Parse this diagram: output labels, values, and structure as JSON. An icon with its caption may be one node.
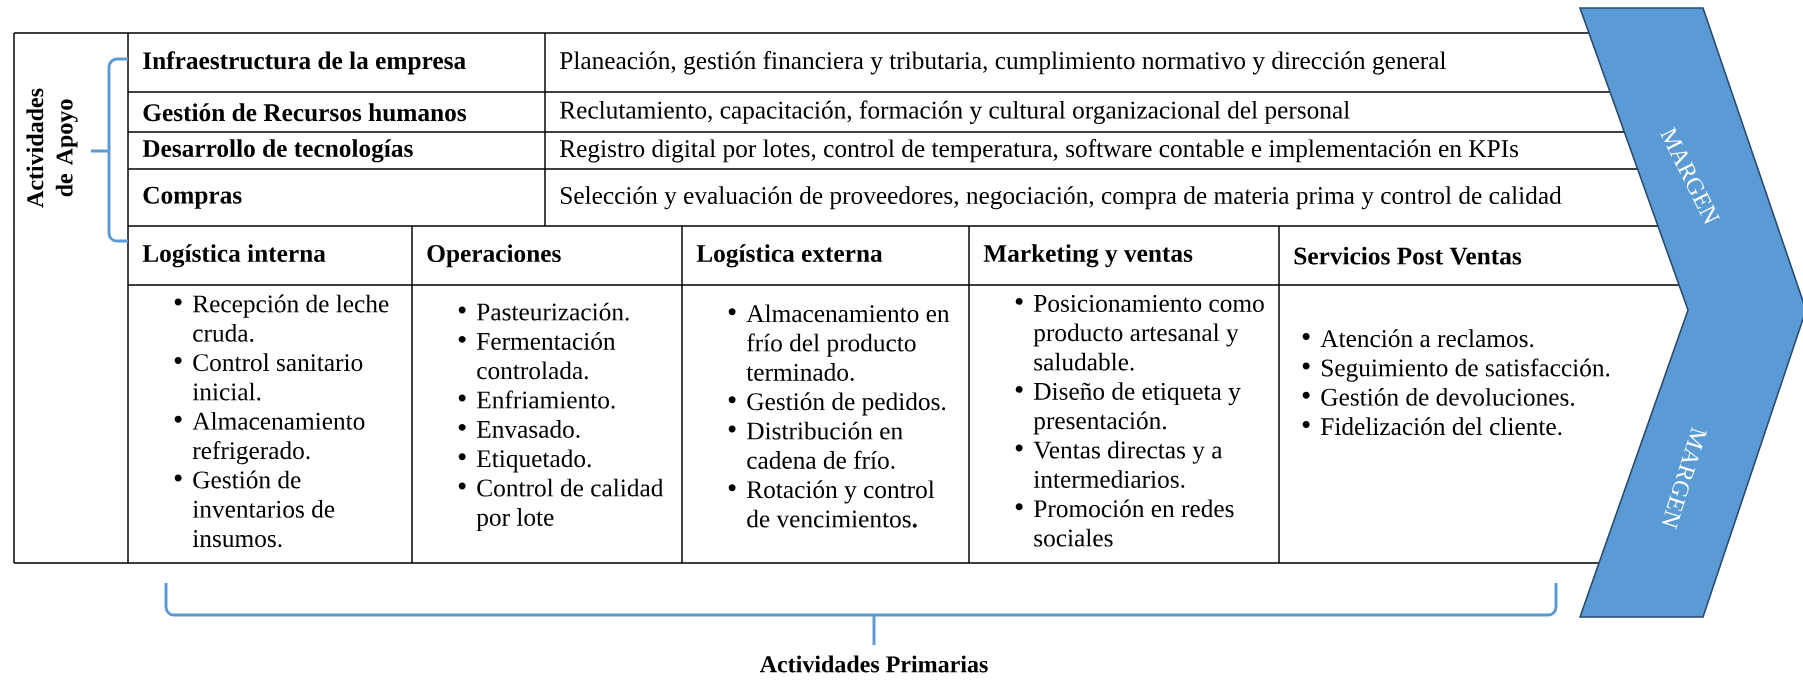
{
  "diagram": {
    "nodes": [
      {
        "text": [
          "Infraestructura de la empresa",
          "Planeación, gestión financiera y tributaria, cumplimiento normativo y dirección general"
        ]
      },
      {
        "text": [
          "Gestión de Recursos humanos",
          "Reclutamiento, capacitación, formación y cultural organizacional del personal"
        ]
      },
      {
        "text": [
          "Desarrollo de tecnologías",
          "Registro digital por lotes, control de temperatura, software contable e implementación en KPIs"
        ]
      },
      {
        "text": [
          "Compras",
          "Selección y evaluación de proveedores, negociación, compra de materia prima y control de calidad"
        ]
      },
      {
        "text": [
          "Logística interna",
          "Recepción de leche cruda.",
          "Control sanitario inicial.",
          "Almacenamiento refrigerado.",
          "Gestión de inventarios de insumos."
        ]
      },
      {
        "text": [
          "Operaciones",
          "Pasteurización.",
          "Fermentación controlada.",
          "Enfriamiento.",
          "Envasado.",
          "Etiquetado.",
          "Control de calidad por lote"
        ]
      },
      {
        "text": [
          "Logística externa",
          "Almacenamiento en frío del producto terminado.",
          "Gestión de pedidos.",
          "Distribución en cadena de frío.",
          "Rotación y control de vencimientos**.**"
        ]
      },
      {
        "text": [
          "Marketing y ventas",
          "Posicionamiento como producto artesanal y saludable.",
          "Diseño de etiqueta y presentación.",
          "Ventas directas y a intermediarios.",
          "Promoción en redes sociales"
        ]
      },
      {
        "text": [
          "Servicios Post Ventas",
          "Atención a reclamos.",
          "Seguimiento de satisfacción.",
          "Gestión de devoluciones.",
          "Fidelización del cliente."
        ]
      },
      {
        "text": [
          "MARGEN",
          "MARGEN"
        ]
      }
    ],
    "labels": [
      "Actividades de Apoyo",
      "Actividades Primarias"
    ]
  }
}
